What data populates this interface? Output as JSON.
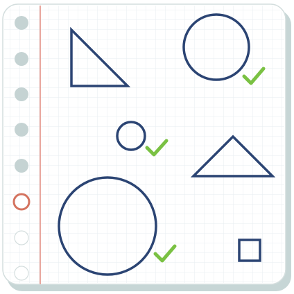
{
  "colors": {
    "shape_stroke": "#2b4473",
    "check_mark": "#7ac143",
    "margin_line": "#e28a7f",
    "spiral_hole": "#c5d3d3",
    "spiral_hole_active": "#d4735f",
    "grid_line": "#e7eef1",
    "sheet_shadow": "#c7d6d6",
    "sheet_border": "#d4dede",
    "sheet_fill": "#ffffff"
  },
  "shapes": [
    {
      "kind": "triangle",
      "checked": false
    },
    {
      "kind": "circle",
      "size": "large",
      "checked": true
    },
    {
      "kind": "circle",
      "size": "small",
      "checked": true
    },
    {
      "kind": "triangle",
      "checked": false
    },
    {
      "kind": "circle",
      "size": "large",
      "checked": true
    },
    {
      "kind": "square",
      "size": "small",
      "checked": false
    }
  ],
  "spiral_holes": [
    {
      "state": "filled"
    },
    {
      "state": "filled"
    },
    {
      "state": "filled"
    },
    {
      "state": "filled"
    },
    {
      "state": "filled"
    },
    {
      "state": "active"
    },
    {
      "state": "empty"
    },
    {
      "state": "empty"
    }
  ]
}
